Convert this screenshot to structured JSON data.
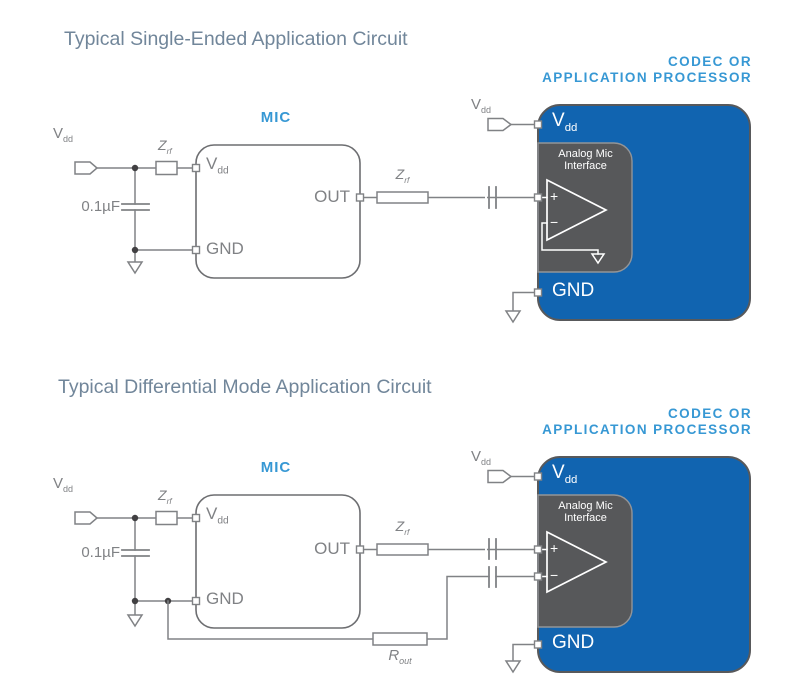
{
  "colors": {
    "accent_blue": "#3798D4",
    "deep_blue": "#1164B0",
    "dark_gray": "#57585A",
    "wire_gray": "#808285",
    "title_slate": "#71869A"
  },
  "shared": {
    "v": "V",
    "dd": "dd",
    "z": "Z",
    "rf": "rf",
    "r": "R",
    "out_sub": "out",
    "gnd": "GND",
    "out": "OUT",
    "mic": "MIC",
    "cap_value": "0.1µF",
    "analog_line1": "Analog Mic",
    "analog_line2": "Interface",
    "plus": "+",
    "minus": "−",
    "codec_line1": "CODEC OR",
    "codec_line2": "APPLICATION PROCESSOR"
  },
  "circuits": [
    {
      "title": "Typical Single-Ended Application Circuit"
    },
    {
      "title": "Typical Differential Mode Application Circuit"
    }
  ]
}
